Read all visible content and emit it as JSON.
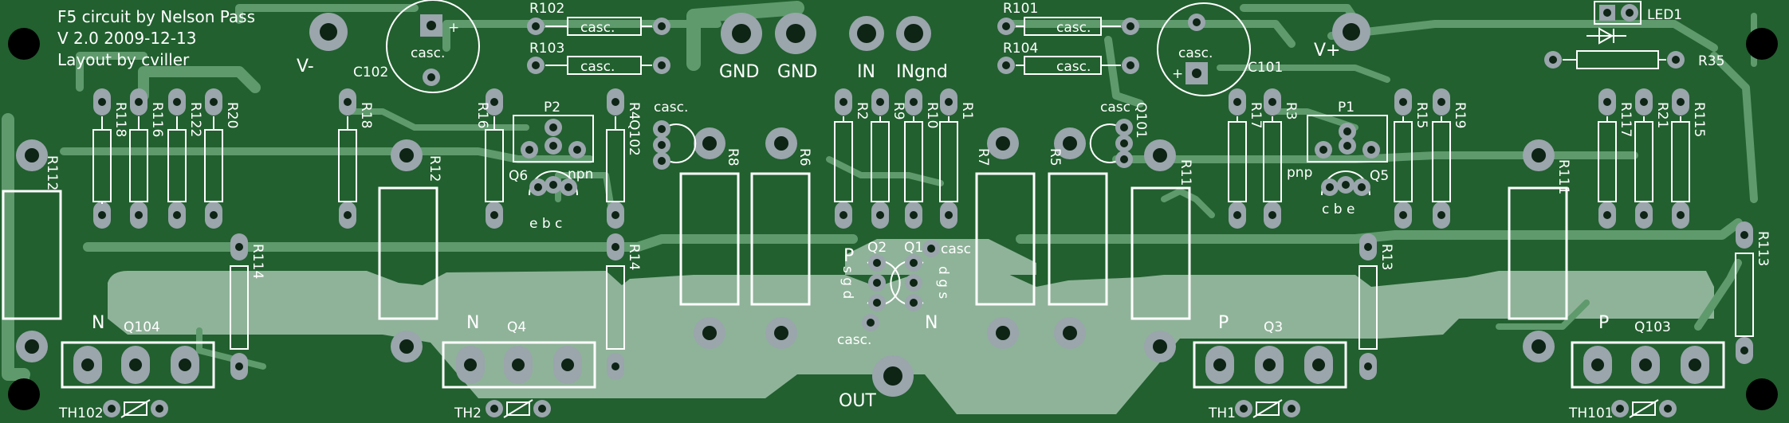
{
  "header": {
    "title": "F5 circuit by Nelson Pass",
    "version": "V 2.0 2009-12-13",
    "layout": "Layout by cviller"
  },
  "colors": {
    "board": "#22602f",
    "copper_pour": "#8fb399",
    "trace": "#5f9a6d",
    "pad": "#9aa5ac",
    "hole": "#0e2415",
    "silk": "#ffffff",
    "mount_hole": "#000000"
  },
  "connectors": {
    "vminus": "V-",
    "vplus": "V+",
    "gnd1": "GND",
    "gnd2": "GND",
    "in": "IN",
    "ingnd": "INgnd",
    "out": "OUT"
  },
  "capacitors": {
    "c102": "C102",
    "c101": "C101",
    "casc": "casc.",
    "plus": "+"
  },
  "resistors_casc": {
    "r102": "R102",
    "r103": "R103",
    "r101": "R101",
    "r104": "R104",
    "value": "casc."
  },
  "resistors": {
    "r118": "R118",
    "r116": "R116",
    "r122": "R122",
    "r20": "R20",
    "r18": "R18",
    "r16": "R16",
    "r4": "R4",
    "r2": "R2",
    "r9": "R9",
    "r10": "R10",
    "r1": "R1",
    "r17": "R17",
    "r3": "R3",
    "r15": "R15",
    "r19": "R19",
    "r117": "R117",
    "r21": "R21",
    "r115": "R115",
    "r112": "R112",
    "r12": "R12",
    "r8": "R8",
    "r6": "R6",
    "r7": "R7",
    "r5": "R5",
    "r11": "R11",
    "r111": "R111",
    "r114": "R114",
    "r14": "R14",
    "r13": "R13",
    "r113": "R113",
    "r35": "R35"
  },
  "transistors": {
    "q102": "Q102",
    "q101": "Q101",
    "q6": "Q6",
    "q5": "Q5",
    "q2": "Q2",
    "q1": "Q1",
    "q104": "Q104",
    "q4": "Q4",
    "q3": "Q3",
    "q103": "Q103",
    "npn": "npn",
    "pnp": "pnp",
    "ebc": "e b c",
    "cbe": "c b e",
    "pins_q2": "s g d",
    "pins_q1": "d g s",
    "p": "P",
    "n": "N",
    "casc_small": "casc.",
    "casc_q1": "casc",
    "casc_q101": "casc"
  },
  "pots": {
    "p2": "P2",
    "p1": "P1"
  },
  "thermistors": {
    "th102": "TH102",
    "th2": "TH2",
    "th1": "TH1",
    "th101": "TH101"
  },
  "led": {
    "led1": "LED1"
  },
  "output_type": {
    "n": "N",
    "p": "P"
  }
}
